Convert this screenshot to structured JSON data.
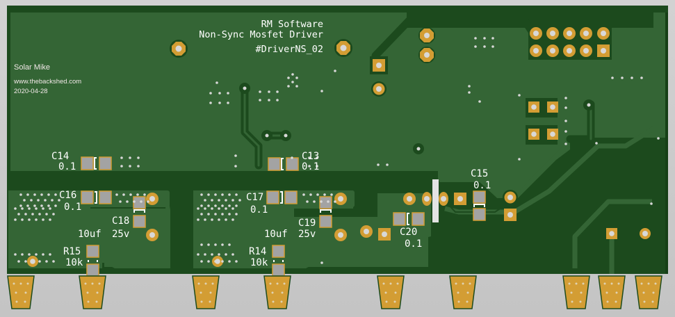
{
  "view": {
    "type": "PCB 3D render (bottom/top copper view)",
    "colors": {
      "background": "#c8c8c8",
      "soldermask_dark": "#1c4a1d",
      "soldermask_light": "#346535",
      "pad_gold": "#d39d34",
      "pad_gray": "#a3a3a3",
      "drill": "#d8d8d8",
      "silkscreen": "#ffffff"
    }
  },
  "title_block": {
    "line1": "RM Software",
    "line2": "Non-Sync Mosfet Driver",
    "line3": "#DriverNS_02"
  },
  "author_block": {
    "name": "Solar Mike",
    "website": "www.thebackshed.com",
    "date": "2020-04-28"
  },
  "components": [
    {
      "ref": "C14",
      "value": "0.1"
    },
    {
      "ref": "C13",
      "value": "0.1"
    },
    {
      "ref": "C16",
      "value": "0.1"
    },
    {
      "ref": "C17",
      "value": "0.1"
    },
    {
      "ref": "C18",
      "value": "25v",
      "value_prefix": "10uf"
    },
    {
      "ref": "C19",
      "value": "25v",
      "value_prefix": "10uf"
    },
    {
      "ref": "R15",
      "value": "10k"
    },
    {
      "ref": "R14",
      "value": "10k"
    },
    {
      "ref": "C15",
      "value": "0.1"
    },
    {
      "ref": "C20",
      "value": "0.1"
    }
  ],
  "labels": {
    "c14_ref": "C14",
    "c14_val": "0.1",
    "c13_ref": "C13",
    "c13_val": "0.1",
    "c16_ref": "C16",
    "c16_val": "0.1",
    "c17_ref": "C17",
    "c17_val": "0.1",
    "c18_ref": "C18",
    "c18_val": "25v",
    "c18_cap": "10uf",
    "c19_ref": "C19",
    "c19_val": "25v",
    "c19_cap": "10uf",
    "r15_ref": "R15",
    "r15_val": "10k",
    "r14_ref": "R14",
    "r14_val": "10k",
    "c15_ref": "C15",
    "c15_val": "0.1",
    "c20_ref": "C20",
    "c20_val": "0.1"
  },
  "connector_header": {
    "rows": 2,
    "cols": 5,
    "pin1_shape": "square"
  },
  "edge_fingers": {
    "count": 9
  }
}
